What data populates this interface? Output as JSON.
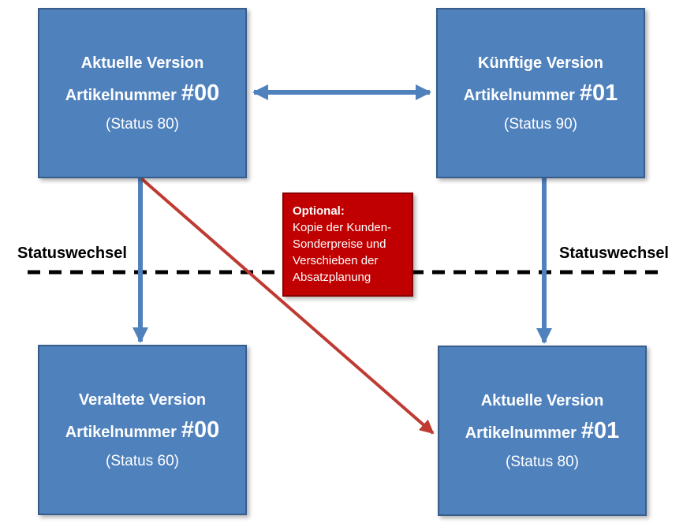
{
  "colors": {
    "box_fill": "#4f81bd",
    "box_border": "#385d8a",
    "note_fill": "#c00000",
    "note_border": "#8a0000",
    "arrow_blue": "#4f81bd",
    "arrow_red": "#bf3a32",
    "dashed_line": "#000000"
  },
  "boxes": {
    "top_left": {
      "title": "Aktuelle Version",
      "label": "Artikelnummer",
      "number": "#00",
      "status": "(Status 80)"
    },
    "top_right": {
      "title": "Künftige Version",
      "label": "Artikelnummer",
      "number": "#01",
      "status": "(Status 90)"
    },
    "bottom_left": {
      "title": "Veraltete Version",
      "label": "Artikelnummer",
      "number": "#00",
      "status": "(Status 60)"
    },
    "bottom_right": {
      "title": "Aktuelle Version",
      "label": "Artikelnummer",
      "number": "#01",
      "status": "(Status 80)"
    }
  },
  "note": {
    "title": "Optional:",
    "lines": [
      "Kopie der Kunden-",
      "Sonderpreise und",
      "Verschieben der",
      "Absatzplanung"
    ]
  },
  "labels": {
    "status_change_left": "Statuswechsel",
    "status_change_right": "Statuswechsel"
  }
}
